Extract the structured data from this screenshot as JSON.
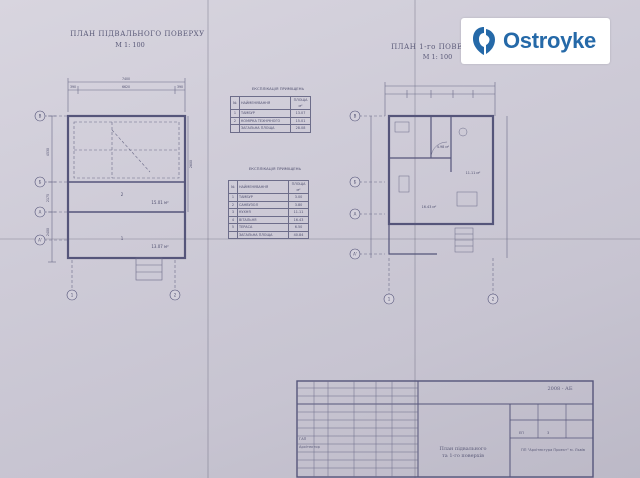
{
  "logo": {
    "brand": "Ostroyke",
    "accent": "#2569a8"
  },
  "basement": {
    "title": "ПЛАН ПІДВАЛЬНОГО ПОВЕРХУ",
    "scale": "М 1: 100",
    "dims_top": [
      "7400",
      "6620",
      "390",
      "390"
    ],
    "dims_side": [
      "4530",
      "2175",
      "2400",
      "2600"
    ],
    "axes_rows": [
      "В",
      "Б",
      "А",
      "А'"
    ],
    "axes_cols": [
      "1",
      "2"
    ],
    "rooms": [
      {
        "num": "2",
        "area": "15.01 м²"
      },
      {
        "num": "1",
        "area": "13.07 м²"
      }
    ]
  },
  "first_floor": {
    "title": "ПЛАН 1-го ПОВЕРХУ",
    "scale": "М 1: 100",
    "axes_rows": [
      "В",
      "Б",
      "А",
      "А'"
    ],
    "axes_cols": [
      "1",
      "2"
    ],
    "areas": [
      "4.98 м²",
      "11.11 м²",
      "16.43 м²"
    ]
  },
  "table_basement": {
    "caption": "ЕКСПЛІКАЦІЯ ПРИМІЩЕНЬ",
    "header": [
      "№",
      "НАЙМЕНУВАННЯ",
      "ПЛОЩА м²"
    ],
    "rows": [
      [
        "1",
        "ТАМБУР",
        "13.07"
      ],
      [
        "2",
        "КОМІРКА ТЕХНІЧНОГО",
        "15.01"
      ],
      [
        "",
        "ЗАГАЛЬНА ПЛОЩА",
        "28.08"
      ]
    ]
  },
  "table_first": {
    "caption": "ЕКСПЛІКАЦІЯ ПРИМІЩЕНЬ",
    "header": [
      "№",
      "НАЙМЕНУВАННЯ",
      "ПЛОЩА м²"
    ],
    "rows": [
      [
        "1",
        "ТАМБУР",
        "3.00"
      ],
      [
        "2",
        "САНВУЗОЛ",
        "3.80"
      ],
      [
        "3",
        "КУХНЯ",
        "11.11"
      ],
      [
        "4",
        "ВІТАЛЬНЯ",
        "16.43"
      ],
      [
        "5",
        "ТЕРАСА",
        "6.50"
      ],
      [
        "",
        "ЗАГАЛЬНА ПЛОЩА",
        "40.84"
      ]
    ]
  },
  "stamp": {
    "code": "2008 - АБ",
    "stage": "ЕП",
    "sheet": "3",
    "title_line1": "План підвального",
    "title_line2": "та 1-го поверхів",
    "org": "ПП \"Архітектура Проект\" м. Львів",
    "gap": "ГАП",
    "architect": "Архітектор"
  }
}
